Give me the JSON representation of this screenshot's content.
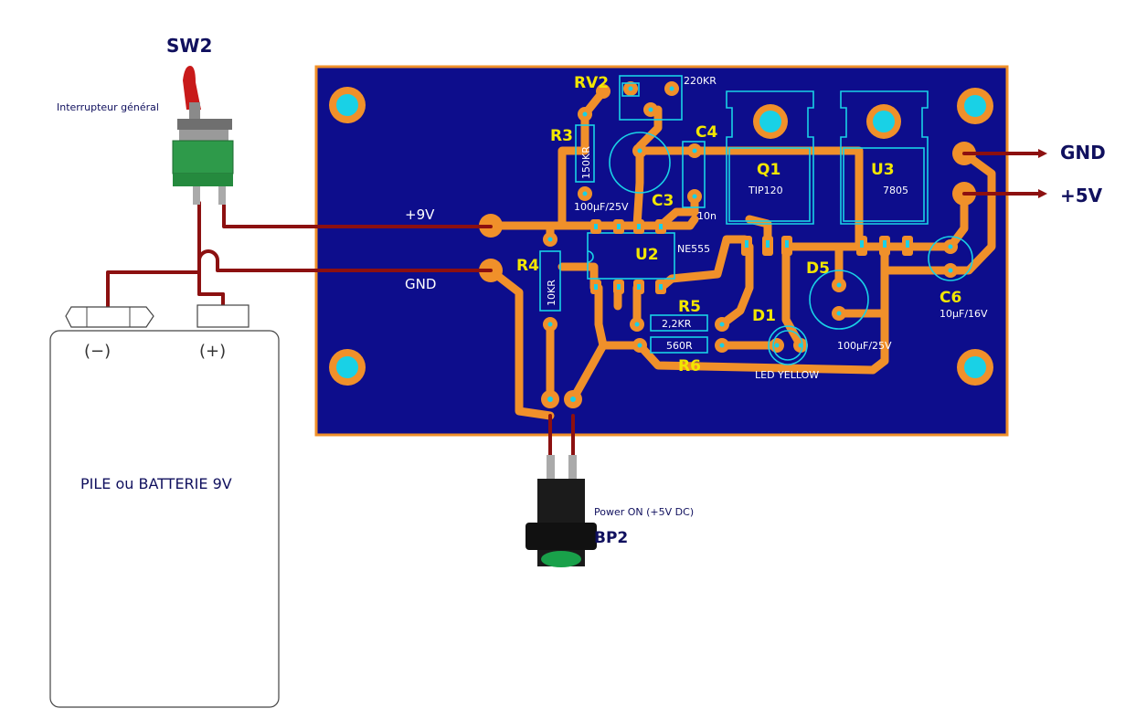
{
  "switch": {
    "ref": "SW2",
    "label": "Interrupteur général"
  },
  "battery": {
    "minus": "(−)",
    "plus": "(+)",
    "label": "PILE ou BATTERIE 9V"
  },
  "button": {
    "label": "Power ON (+5V DC)",
    "ref": "BP2"
  },
  "outputs": {
    "gnd": "GND",
    "plus5v": "+5V"
  },
  "nets": {
    "plus9v": "+9V",
    "gnd": "GND"
  },
  "components": {
    "rv2": {
      "ref": "RV2",
      "value": "220KR"
    },
    "r3": {
      "ref": "R3",
      "value": "150KR"
    },
    "c4": {
      "ref": "C4",
      "value": "10n"
    },
    "c3": {
      "ref": "C3",
      "value": "100µF/25V"
    },
    "q1": {
      "ref": "Q1",
      "value": "TIP120"
    },
    "u3": {
      "ref": "U3",
      "value": "7805"
    },
    "u2": {
      "ref": "U2",
      "value": "NE555"
    },
    "r4": {
      "ref": "R4",
      "value": "10KR"
    },
    "r5": {
      "ref": "R5",
      "value": "2,2KR"
    },
    "r6": {
      "ref": "R6",
      "value": "560R"
    },
    "d1": {
      "ref": "D1",
      "value": "LED YELLOW"
    },
    "d5": {
      "ref": "D5",
      "value": "100µF/25V"
    },
    "c6": {
      "ref": "C6",
      "value": "10µF/16V"
    }
  },
  "colors": {
    "board": "#0d0d8c",
    "trace": "#f0902a",
    "silk": "#19d1e6",
    "wire": "#8c1010",
    "label": "#f2e600"
  }
}
